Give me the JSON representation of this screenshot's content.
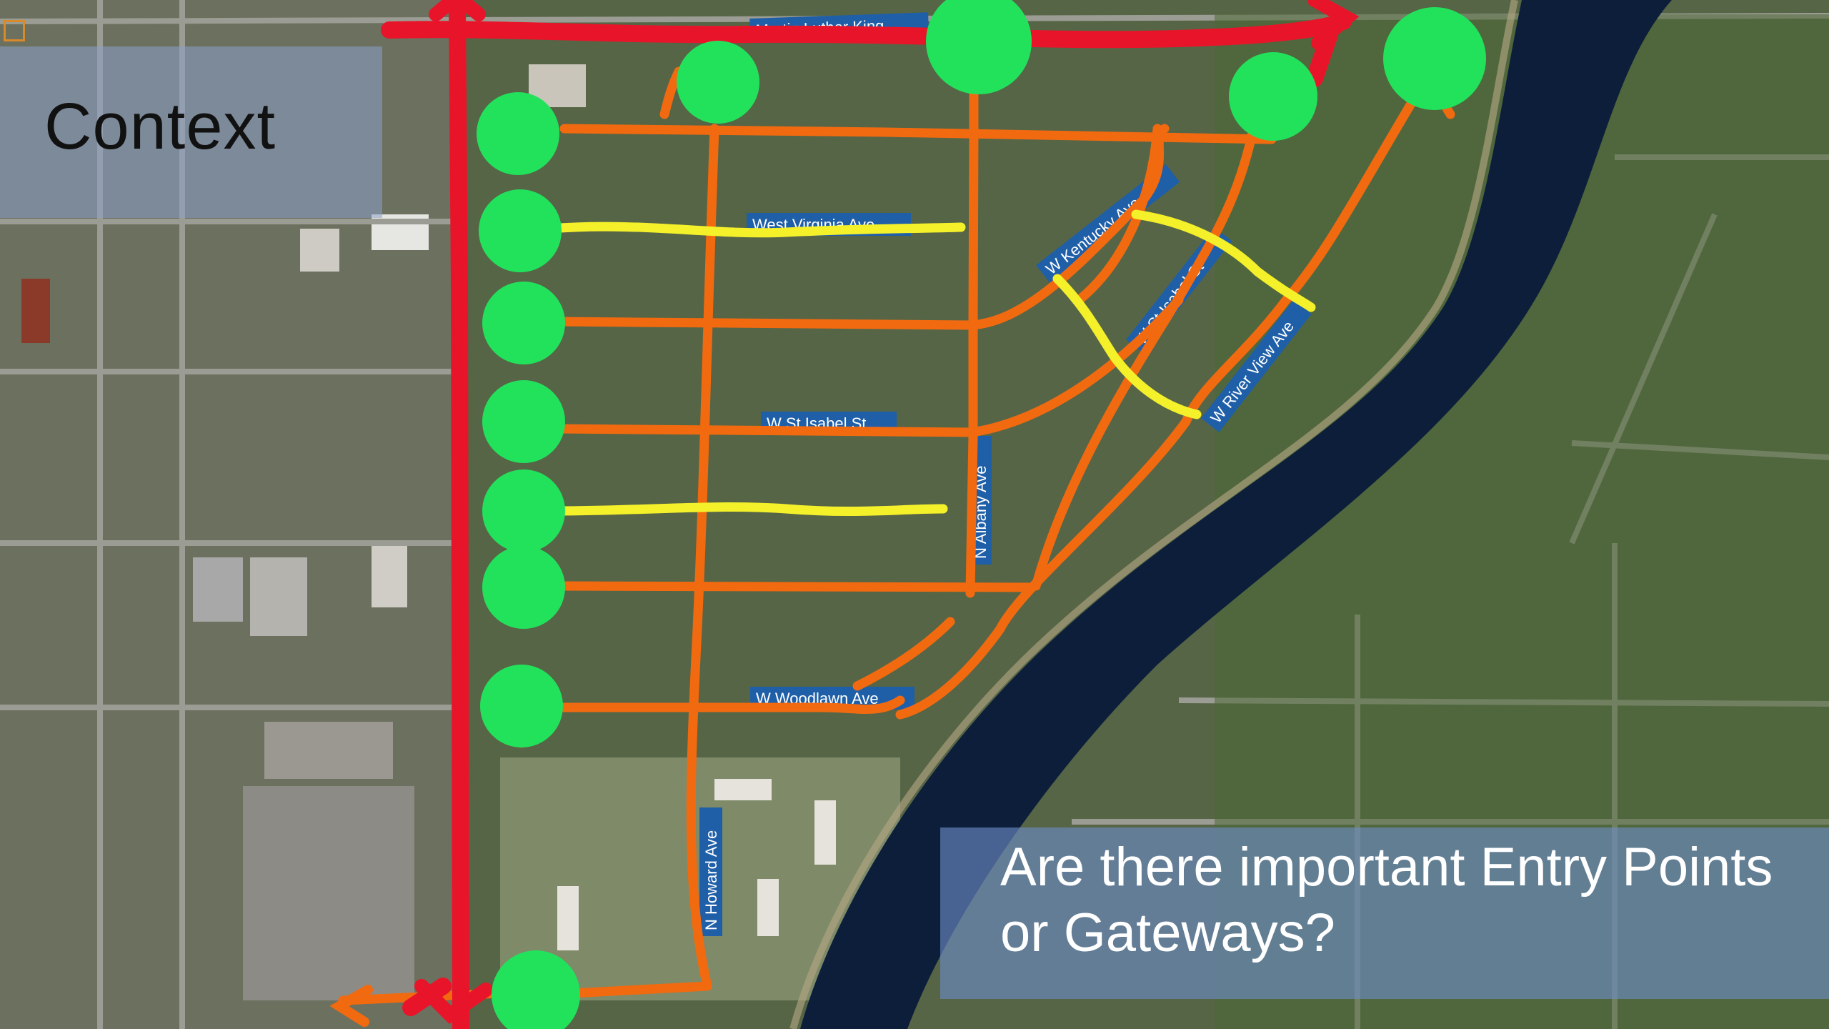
{
  "slide": {
    "title": "Context",
    "question": "Are there important Entry Points or Gateways?"
  },
  "map": {
    "type": "satellite-aerial",
    "street_labels": {
      "martin_luther_king": "Martin Luther King",
      "w_kentucky_ave": "W Kentucky Ave",
      "w_st_isabel_upper": "W St Isabel St",
      "w_st_isabel_mid": "W St Isabel St",
      "w_river_view_ave": "W River View Ave",
      "west_virginia_ave": "West Virginia Ave",
      "n_albany_ave": "N Albany Ave",
      "w_woodlawn_ave": "W Woodlawn Ave",
      "n_howard_ave": "N Howard Ave"
    },
    "colors": {
      "major_arterial": "#e8152a",
      "local_street": "#f26a10",
      "yellow_route": "#f4f12a",
      "gateway_marker": "#22e25c",
      "river": "#0c1e3a",
      "vegetation": "#3f5a2a"
    }
  }
}
